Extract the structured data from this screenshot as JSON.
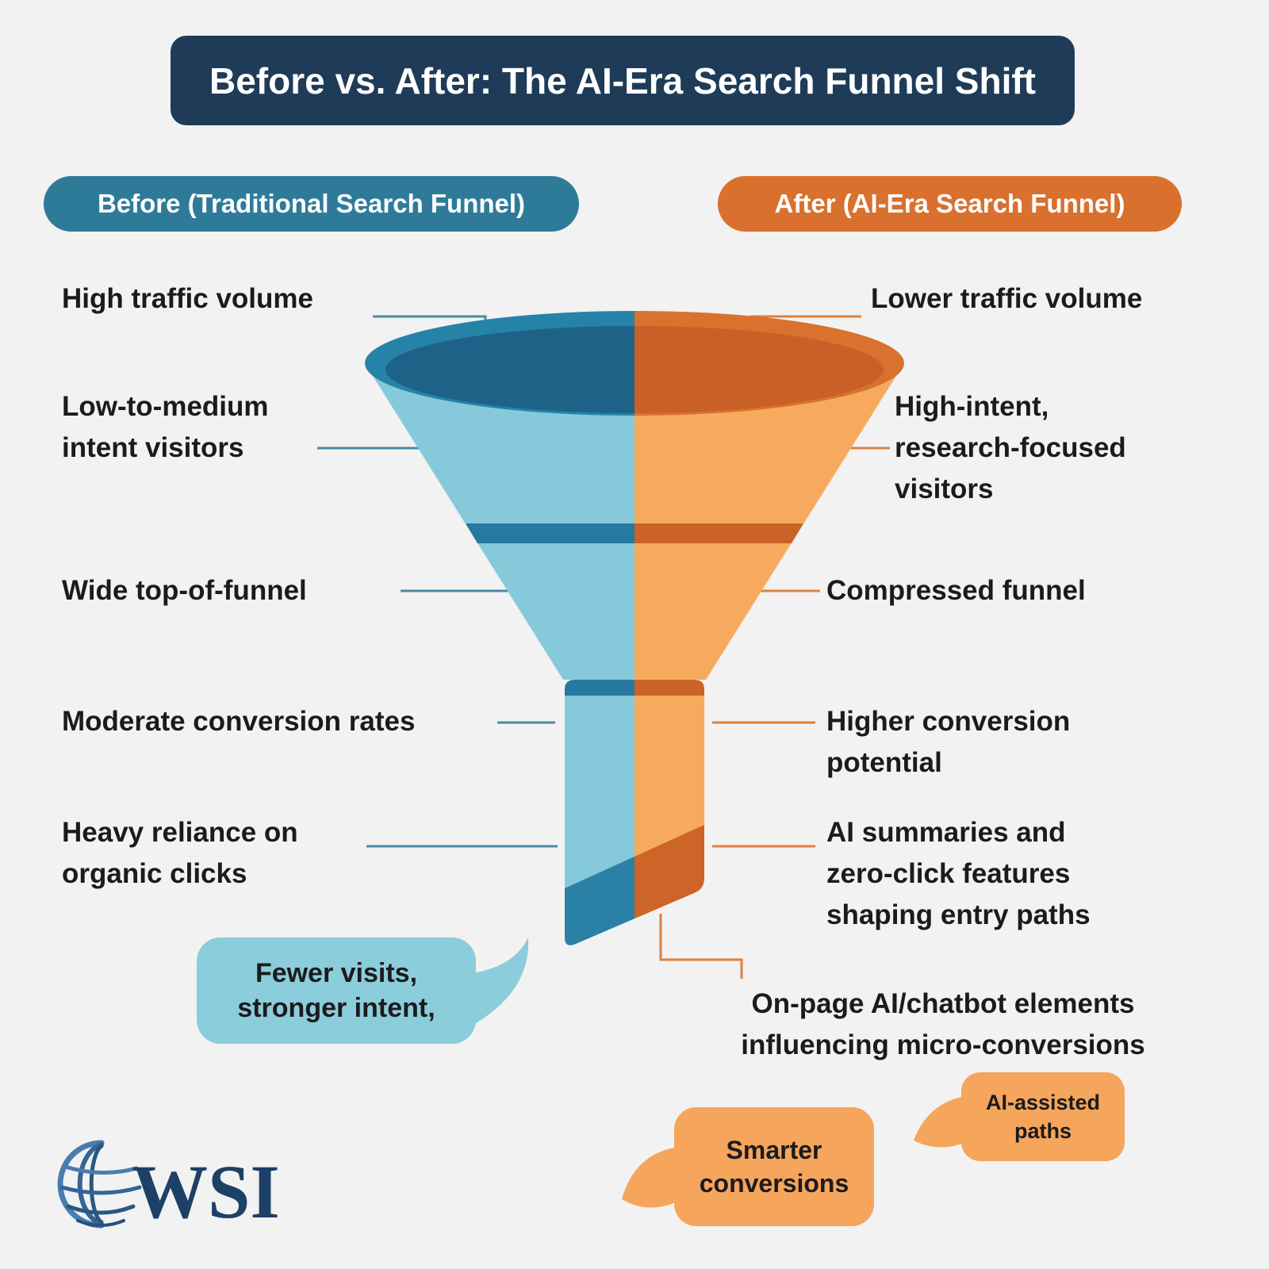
{
  "title": {
    "text": "Before vs. After: The AI-Era Search Funnel Shift"
  },
  "columns": {
    "before": {
      "label": "Before (Traditional Search Funnel)"
    },
    "after": {
      "label": "After (AI-Era Search Funnel)"
    }
  },
  "before_labels": [
    {
      "text": "High traffic volume"
    },
    {
      "text": "Low-to-medium\nintent visitors"
    },
    {
      "text": "Wide top-of-funnel"
    },
    {
      "text": "Moderate conversion rates"
    },
    {
      "text": "Heavy reliance on\norganic clicks"
    }
  ],
  "after_labels": [
    {
      "text": "Lower traffic volume"
    },
    {
      "text": "High-intent,\nresearch-focused\nvisitors"
    },
    {
      "text": "Compressed funnel"
    },
    {
      "text": "Higher conversion\npotential"
    },
    {
      "text": "AI summaries and\nzero-click features\nshaping entry paths"
    },
    {
      "text": "On-page AI/chatbot elements\ninfluencing micro-conversions"
    }
  ],
  "bubbles": {
    "before": {
      "text": "Fewer visits,\nstronger intent,"
    },
    "after_main": {
      "text": "Smarter\nconversions"
    },
    "after_small": {
      "text": "AI-assisted\npaths"
    }
  },
  "logo": {
    "text": "WSI"
  },
  "palette": {
    "title_bg": "#1e3c58",
    "before_pill": "#2e7b99",
    "after_pill": "#d9702e",
    "funnel_blue_light": "#85c9da",
    "funnel_blue_band": "#2679a0",
    "funnel_blue_rim": "#2583a8",
    "funnel_blue_inner": "#1e6288",
    "funnel_blue_stripe": "#2b80a6",
    "funnel_orange_light": "#f7aa5e",
    "funnel_orange_band": "#cb6227",
    "funnel_orange_rim": "#d9712f",
    "funnel_orange_inner": "#c96026",
    "funnel_orange_stripe": "#cd6428",
    "bubble_blue": "#8bcdda",
    "bubble_orange": "#f5a55c",
    "connector_blue": "#4b8aa5",
    "connector_orange": "#de813f",
    "background": "#f2f2f2"
  }
}
